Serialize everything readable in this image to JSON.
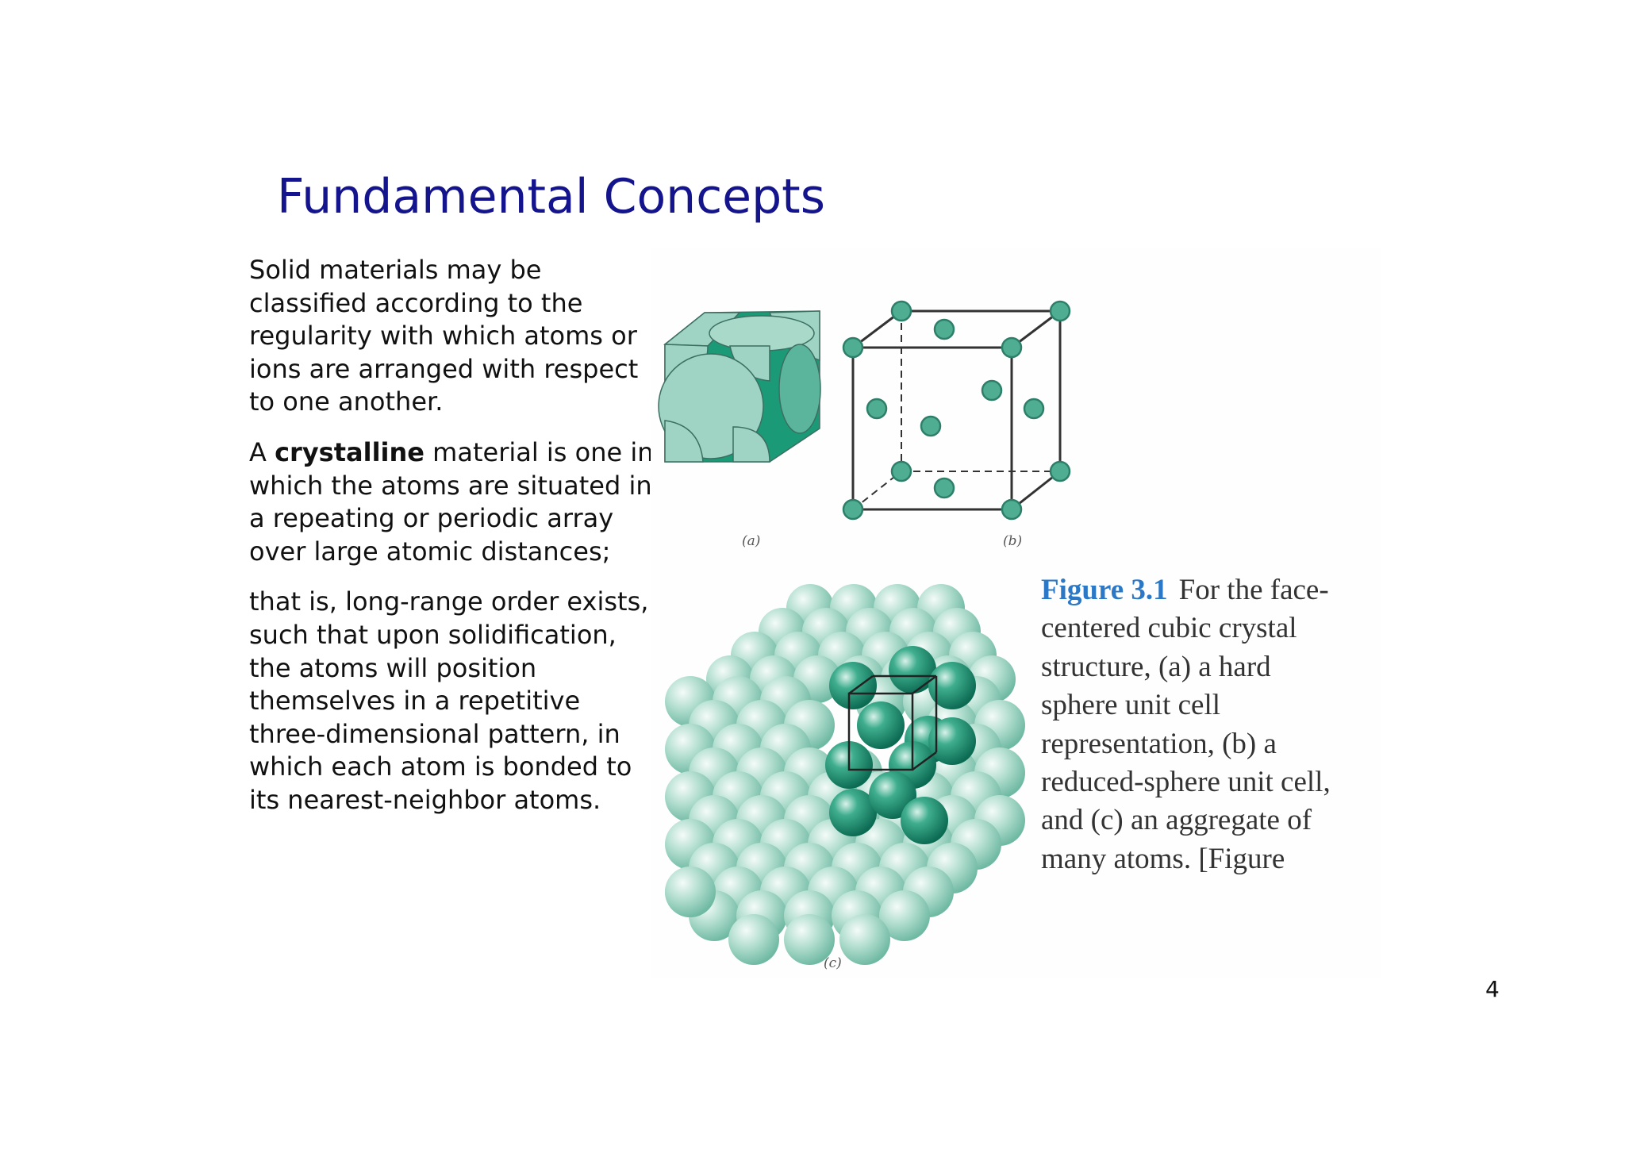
{
  "slide": {
    "title": "Fundamental Concepts",
    "paragraph_1": "Solid materials may be\nclassified according to the\nregularity with which atoms or\nions are arranged with respect\nto one another.",
    "paragraph_2": {
      "prefix": "A ",
      "bold_term": "crystalline",
      "suffix": " material is one in\nwhich the atoms are situated in\na repeating or periodic array\nover large atomic distances;"
    },
    "paragraph_3": "that is, long-range order exists,\nsuch that upon solidification,\nthe atoms will position\nthemselves in a repetitive\nthree-dimensional pattern, in\nwhich each atom is bonded to\nits nearest-neighbor atoms.",
    "page_number": "4"
  },
  "figure": {
    "label_a": "(a)",
    "label_b": "(b)",
    "label_c": "(c)",
    "caption_label": "Figure 3.1",
    "caption_text": "For the face-\ncentered cubic crystal\nstructure, (a) a hard\nsphere unit cell\nrepresentation, (b) a\nreduced-sphere unit cell,\nand (c) an aggregate of\nmany atoms. [Figure",
    "colors": {
      "sphere_light": "#9fd3c3",
      "sphere_dark": "#0f8a6c",
      "atom_fill": "#4fae92",
      "title_blue": "#14148c",
      "caption_blue": "#2b78c6"
    }
  }
}
